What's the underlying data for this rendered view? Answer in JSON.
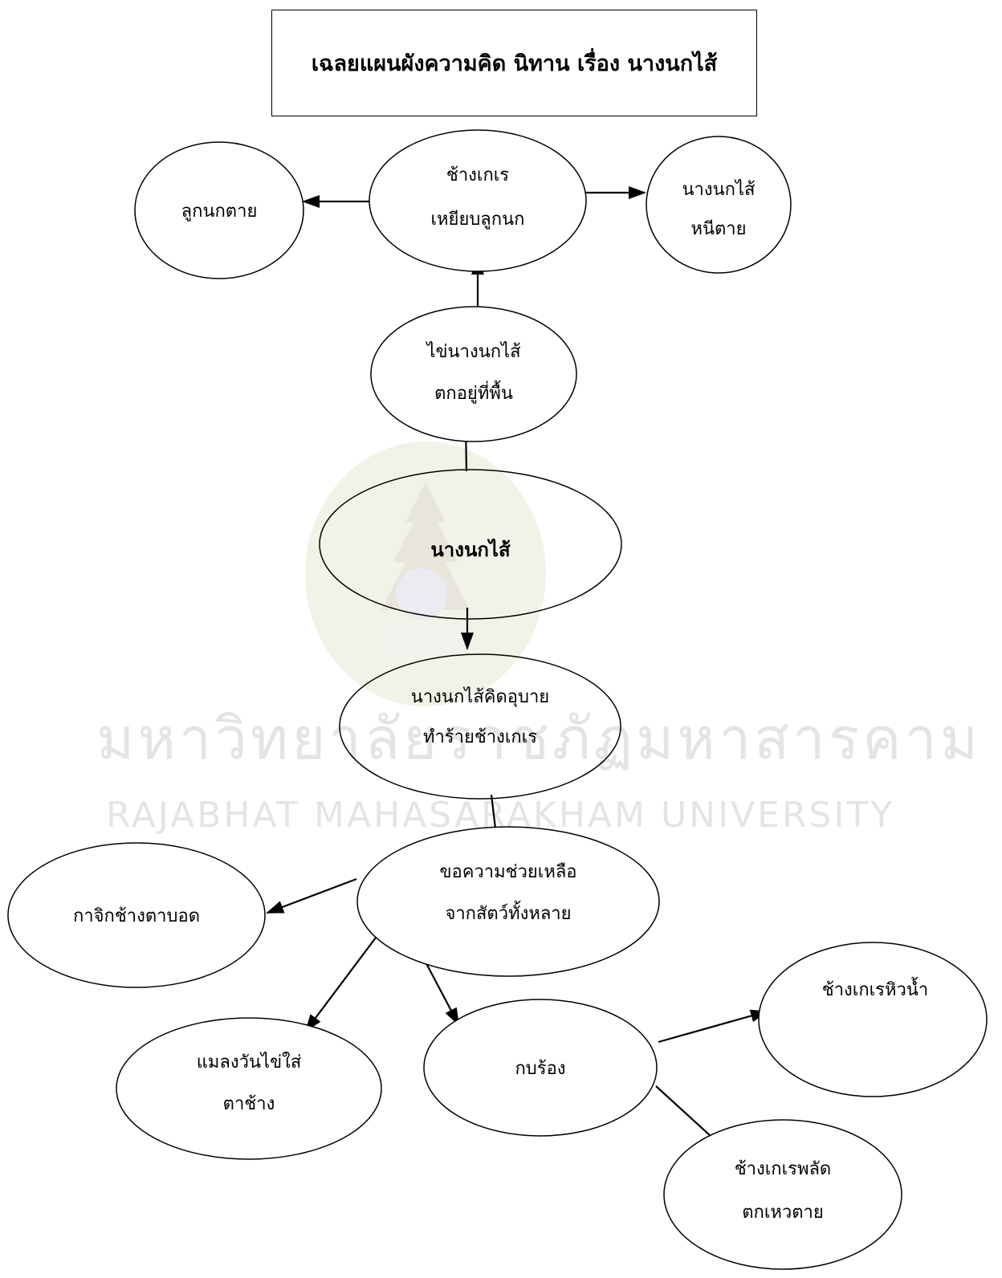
{
  "title": "เฉลยแผนผังความคิด นิทาน เรื่อง นางนกไส้",
  "watermark": {
    "line1": "มหาวิทยาลัยราชภัฏมหาสารคาม",
    "line2": "RAJABHAT MAHASARAKHAM UNIVERSITY",
    "seal_icon": "university-seal-icon"
  },
  "nodes": {
    "center": {
      "text": "นางนกไส้"
    },
    "elephant_stomp": {
      "line1": "ช้างเกเร",
      "line2": "เหยียบลูกนก"
    },
    "chicks_dead": {
      "line1": "ลูกนกตาย"
    },
    "bird_flees": {
      "line1": "นางนกไส้",
      "line2": "หนีตาย"
    },
    "eggs_ground": {
      "line1": "ไข่นางนกไส้",
      "line2": "ตกอยู่ที่พื้น"
    },
    "plan": {
      "line1": "นางนกไส้คิดอุบาย",
      "line2": "ทำร้ายช้างเกเร"
    },
    "ask_help": {
      "line1": "ขอความช่วยเหลือ",
      "line2": "จากสัตว์ทั้งหลาย"
    },
    "crow": {
      "line1": "กาจิกช้างตาบอด"
    },
    "fly": {
      "line1": "แมลงวันไข่ใส่",
      "line2": "ตาช้าง"
    },
    "frog": {
      "line1": "กบร้อง"
    },
    "thirsty": {
      "line1": "ช้างเกเรหิวน้ำ"
    },
    "fall": {
      "line1": "ช้างเกเรพลัด",
      "line2": "ตกเหวตาย"
    }
  }
}
